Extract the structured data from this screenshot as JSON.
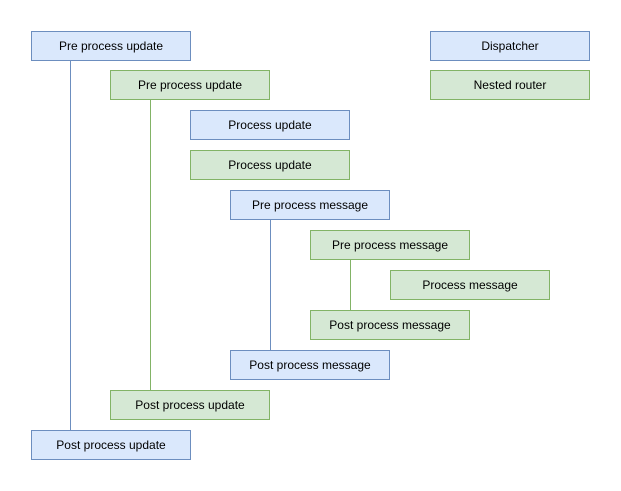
{
  "palette": {
    "outer": {
      "fill": "#dae8fc",
      "stroke": "#6c8ebf"
    },
    "inner": {
      "fill": "#d5e8d4",
      "stroke": "#82b366"
    }
  },
  "background": "#ffffff",
  "nodes": [
    {
      "label": "Pre process update",
      "type": "outer"
    },
    {
      "label": "Pre process update",
      "type": "inner"
    },
    {
      "label": "Process update",
      "type": "outer"
    },
    {
      "label": "Process update",
      "type": "inner"
    },
    {
      "label": "Pre process message",
      "type": "outer"
    },
    {
      "label": "Pre process message",
      "type": "inner"
    },
    {
      "label": "Process message",
      "type": "inner"
    },
    {
      "label": "Post process message",
      "type": "inner"
    },
    {
      "label": "Post process message",
      "type": "outer"
    },
    {
      "label": "Post process update",
      "type": "inner"
    },
    {
      "label": "Post process update",
      "type": "outer"
    },
    {
      "label": "Dispatcher",
      "type": "outer"
    },
    {
      "label": "Nested router",
      "type": "inner"
    }
  ],
  "connectors": [
    {
      "type": "outer",
      "from": "Pre process update (outer)",
      "to": "Post process update (outer)"
    },
    {
      "type": "inner",
      "from": "Pre process update (inner)",
      "to": "Post process update (inner)"
    },
    {
      "type": "outer",
      "from": "Pre process message (outer)",
      "to": "Post process message (outer)"
    },
    {
      "type": "inner",
      "from": "Pre process message (inner)",
      "to": "Post process message (inner)"
    }
  ]
}
